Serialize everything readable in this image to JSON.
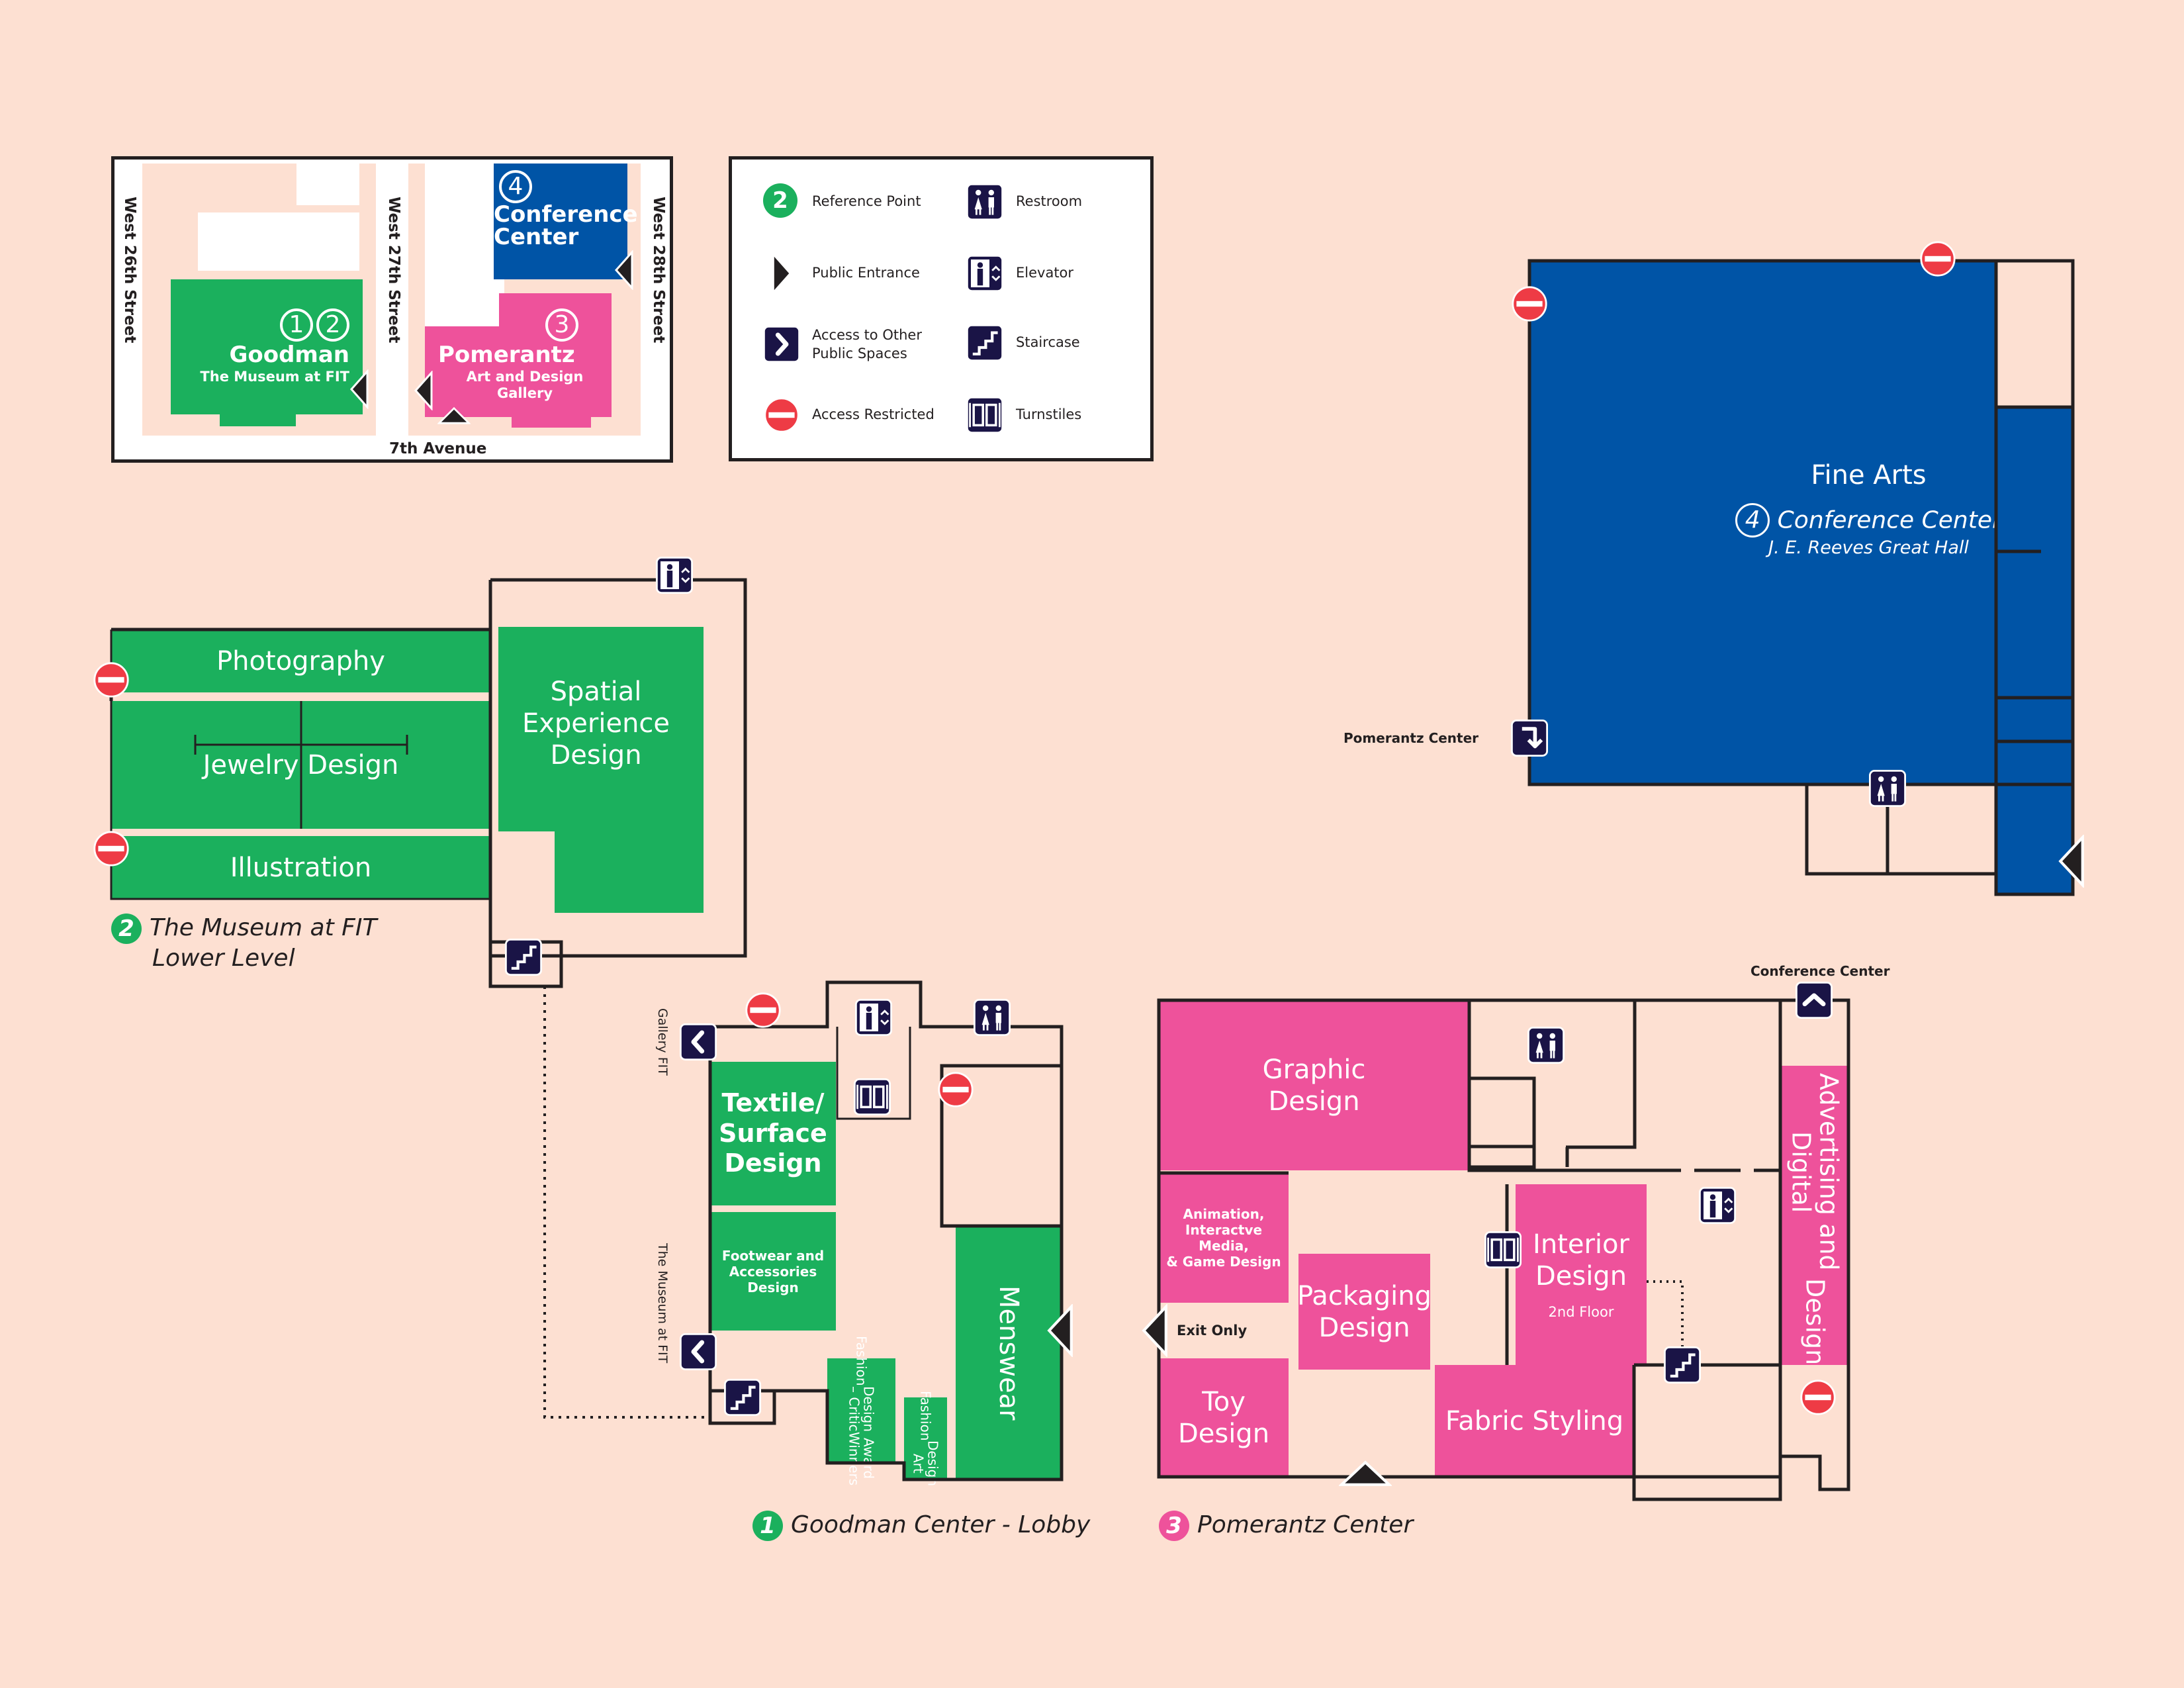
{
  "colors": {
    "background": "#fde0d2",
    "goodman_green": "#1bb05d",
    "pomerantz_pink": "#ee529b",
    "conference_blue": "#0054a6",
    "icon_navy": "#1a1446",
    "restricted_red": "#ee3b45"
  },
  "locator": {
    "streets": [
      "West 26th Street",
      "West 27th Street",
      "West 28th Street"
    ],
    "avenue": "7th Avenue",
    "goodman": {
      "refs": [
        "1",
        "2"
      ],
      "name": "Goodman",
      "sub": "The Museum at FIT"
    },
    "pomerantz": {
      "ref": "3",
      "name": "Pomerantz",
      "sub": "Art and Design Gallery"
    },
    "conference": {
      "ref": "4",
      "name_line1": "Conference",
      "name_line2": "Center"
    }
  },
  "legend": {
    "items": [
      {
        "icon": "reference-point",
        "ref": "2",
        "label": "Reference Point"
      },
      {
        "icon": "restroom",
        "label": "Restroom"
      },
      {
        "icon": "public-entrance",
        "label": "Public Entrance"
      },
      {
        "icon": "elevator",
        "label": "Elevator"
      },
      {
        "icon": "access-other",
        "label_line1": "Access to Other",
        "label_line2": "Public Spaces"
      },
      {
        "icon": "staircase",
        "label": "Staircase"
      },
      {
        "icon": "access-restricted",
        "label": "Access Restricted"
      },
      {
        "icon": "turnstiles",
        "label": "Turnstiles"
      }
    ]
  },
  "fine_arts": {
    "title": "Fine Arts",
    "ref": "4",
    "subtitle": "Conference Center",
    "hall": "J. E. Reeves Great Hall",
    "link_label": "Pomerantz Center"
  },
  "lower_level": {
    "rooms": [
      "Photography",
      "Jewelry Design",
      "Illustration"
    ],
    "spatial": [
      "Spatial",
      "Experience",
      "Design"
    ],
    "caption_ref": "2",
    "caption_line1": "The Museum at FIT",
    "caption_line2": "Lower Level"
  },
  "lobby": {
    "side_labels": [
      "Gallery FIT",
      "The Museum at FIT"
    ],
    "textile": [
      "Textile/",
      "Surface",
      "Design"
    ],
    "footwear": [
      "Footwear and",
      "Accessories",
      "Design"
    ],
    "critic": [
      "Fashion",
      "Design – Critic",
      "Award Winners"
    ],
    "design_art": [
      "Fashion",
      "Design Art"
    ],
    "menswear": "Menswear",
    "caption_ref": "1",
    "caption": "Goodman Center - Lobby"
  },
  "pomerantz_center": {
    "graphic": [
      "Graphic",
      "Design"
    ],
    "animation": [
      "Animation,",
      "Interactve Media,",
      "& Game Design"
    ],
    "packaging": [
      "Packaging",
      "Design"
    ],
    "toy": [
      "Toy",
      "Design"
    ],
    "fabric": "Fabric Styling",
    "interior": [
      "Interior",
      "Design"
    ],
    "interior_floor": "2nd Floor",
    "advertising": [
      "Advertising and Digital",
      "Design"
    ],
    "exit_label": "Exit Only",
    "conference_link": "Conference Center",
    "caption_ref": "3",
    "caption": "Pomerantz Center"
  }
}
